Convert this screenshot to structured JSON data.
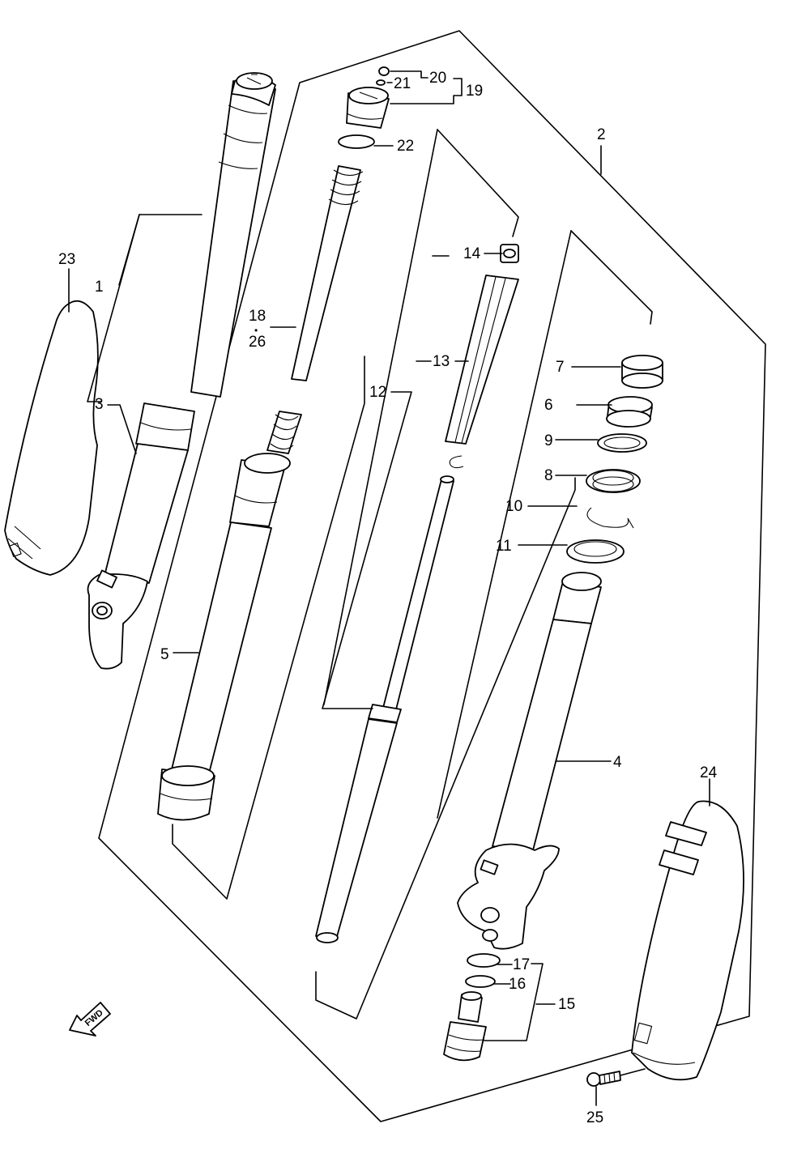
{
  "callouts": {
    "c1": "1",
    "c2": "2",
    "c3": "3",
    "c4": "4",
    "c5": "5",
    "c6": "6",
    "c7": "7",
    "c8": "8",
    "c9": "9",
    "c10": "10",
    "c11": "11",
    "c12": "12",
    "c13": "13",
    "c14": "14",
    "c15": "15",
    "c16": "16",
    "c17": "17",
    "c18": "18",
    "c18dot": "•",
    "c19": "19",
    "c20": "20",
    "c21": "21",
    "c22": "22",
    "c23": "23",
    "c24": "24",
    "c25": "25",
    "c26": "26"
  },
  "direction": {
    "label": "FWD",
    "icon": "front-direction-arrow-icon"
  }
}
